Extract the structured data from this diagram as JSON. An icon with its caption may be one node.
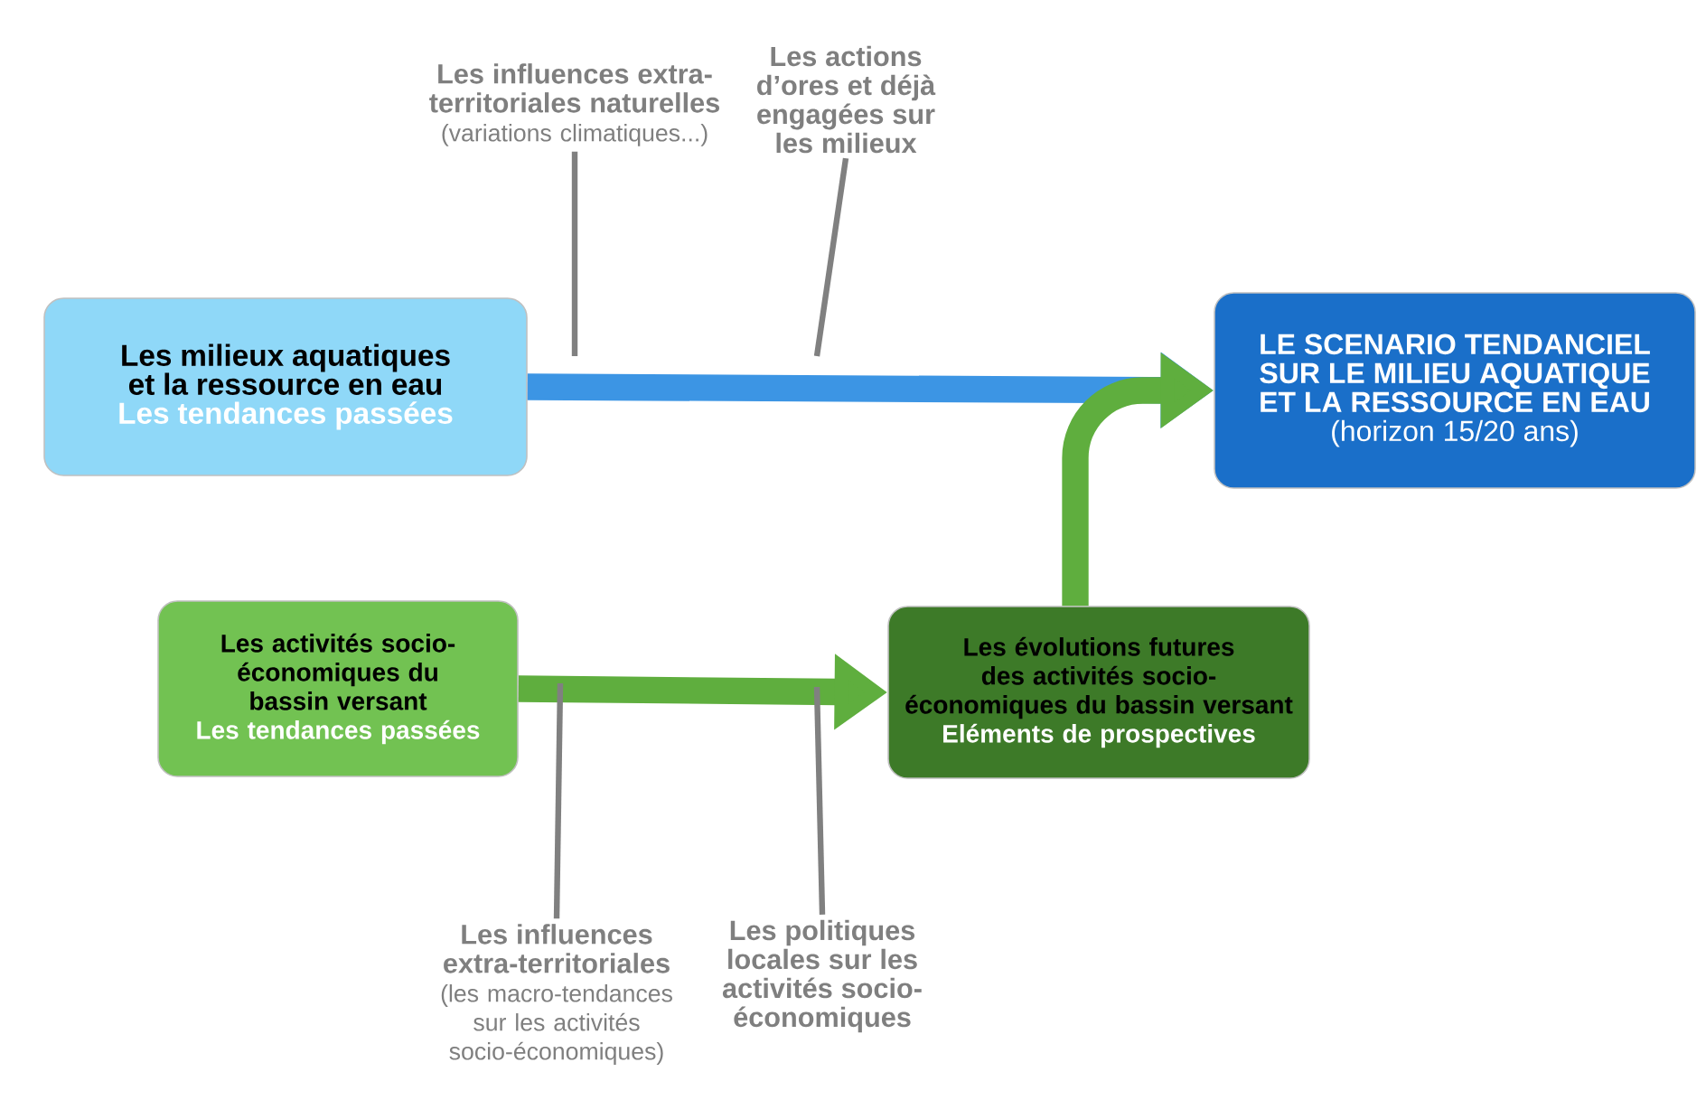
{
  "diagram": {
    "nodes": [
      {
        "text": [
          "Les influences extra-territoriales naturelles",
          "(variations climatiques...)"
        ]
      },
      {
        "text": [
          "Les actions d’ores et déjà engagées sur les milieux"
        ]
      },
      {
        "text": [
          "Les milieux aquatiques et la ressource en eau",
          "Les tendances passées"
        ]
      },
      {
        "text": [
          "LE SCENARIO TENDANCIEL SUR LE MILIEU AQUATIQUE ET LA RESSOURCE EN EAU",
          "(horizon 15/20 ans)"
        ]
      },
      {
        "text": [
          "Les activités socio-économiques du bassin versant",
          "Les tendances passées"
        ]
      },
      {
        "text": [
          "Les évolutions futures des activités socio-économiques du bassin versant",
          "Eléments de prospectives"
        ]
      },
      {
        "text": [
          "Les influences extra-territoriales",
          "(les macro-tendances sur les activités socio-économiques)"
        ]
      },
      {
        "text": [
          "Les politiques locales sur les activités socio-économiques"
        ]
      }
    ],
    "edges": [
      {
        "from": 2,
        "to": 3,
        "arrow": "to",
        "style": "thick",
        "color": "#3c95e4"
      },
      {
        "from": 4,
        "to": 5,
        "arrow": "to",
        "style": "thick",
        "color": "#5fae3e"
      },
      {
        "from": 5,
        "to": 3,
        "arrow": "to",
        "style": "thick",
        "color": "#5fae3e"
      },
      {
        "from": 0,
        "to": null,
        "arrow": "none"
      },
      {
        "from": 1,
        "to": null,
        "arrow": "none"
      },
      {
        "from": 6,
        "to": null,
        "arrow": "none"
      },
      {
        "from": 7,
        "to": null,
        "arrow": "none"
      }
    ]
  }
}
